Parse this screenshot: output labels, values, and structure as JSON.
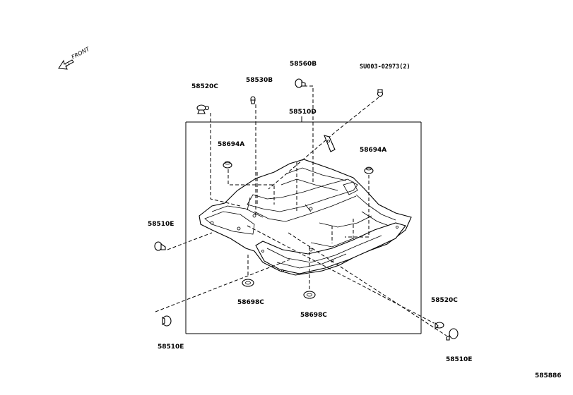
{
  "direction": {
    "label": "FRONT"
  },
  "callouts": {
    "c58560b": "58560B",
    "c_su003": "SU003-02973(2)",
    "c58530b": "58530B",
    "c58520c_top": "58520C",
    "c58510d": "58510D",
    "c58694a_left": "58694A",
    "c58694a_right": "58694A",
    "c58510e_left": "58510E",
    "c58698c_left": "58698C",
    "c58698c_right": "58698C",
    "c58520c_right": "58520C",
    "c58510e_bottom_left": "58510E",
    "c58510e_bottom_right": "58510E"
  },
  "diagram_id": "585886"
}
